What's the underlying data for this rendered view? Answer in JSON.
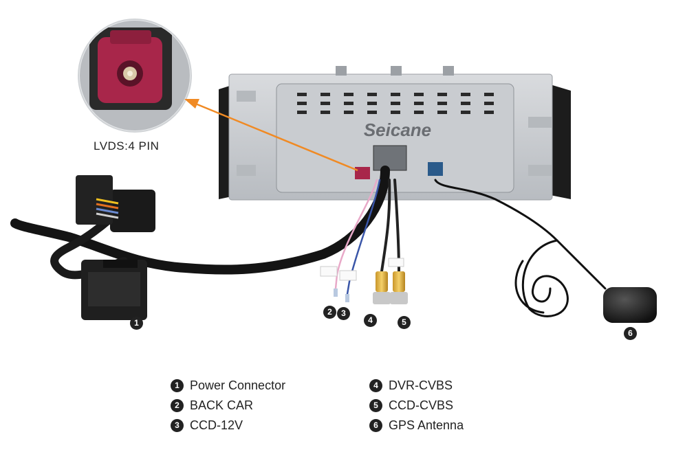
{
  "brand_logo": "Seicane",
  "callout": {
    "label": "LVDS:4 PIN"
  },
  "markers": {
    "m1": "1",
    "m2": "2",
    "m3": "3",
    "m4": "4",
    "m5": "5",
    "m6": "6"
  },
  "legend": {
    "left": [
      {
        "num": "1",
        "label": "Power Connector"
      },
      {
        "num": "2",
        "label": "BACK CAR"
      },
      {
        "num": "3",
        "label": "CCD-12V"
      }
    ],
    "right": [
      {
        "num": "4",
        "label": "DVR-CVBS"
      },
      {
        "num": "5",
        "label": "CCD-CVBS"
      },
      {
        "num": "6",
        "label": "GPS Antenna"
      }
    ]
  },
  "colors": {
    "arrow": "#f08a24",
    "lvds_connector": "#a8264a",
    "gps_connector": "#2a5a8a"
  }
}
